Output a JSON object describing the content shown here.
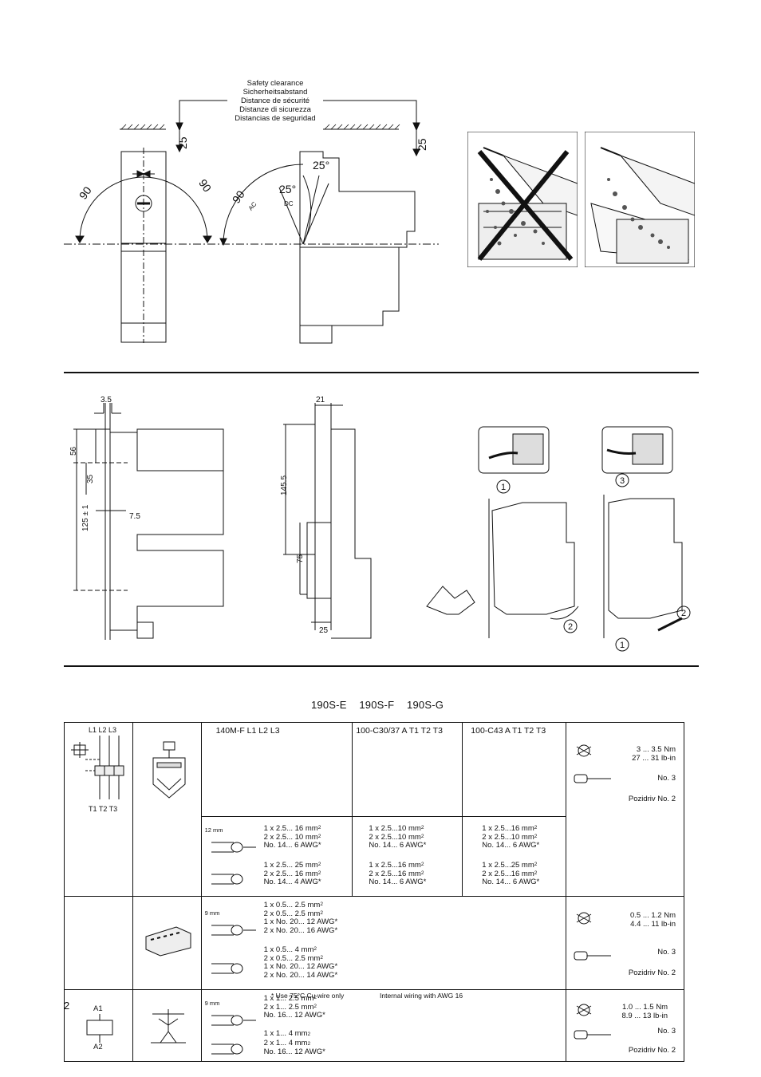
{
  "top_diagram": {
    "clearance_labels": [
      "Safety clearance",
      "Sicherheitsabstand",
      "Distance de sécurité",
      "Distanze di sicurezza",
      "Distancias de seguridad"
    ],
    "dim_25": "25",
    "angle_90": "90",
    "angle_25": "25°",
    "label_ac": "AC",
    "label_dc": "DC"
  },
  "mid_diagram": {
    "dim_3_5": "3.5",
    "dim_56": "56",
    "dim_35": "35",
    "dim_7_5": "7.5",
    "dim_125": "125 ± 1",
    "dim_21": "21",
    "dim_145_5": "145.5",
    "dim_75": "75",
    "dim_25": "25",
    "step_1": "1",
    "step_2": "2",
    "step_3": "3"
  },
  "caption": [
    "190S-E",
    "190S-F",
    "190S-G"
  ],
  "table": {
    "row1": {
      "terminals_top": "L1 L2 L3",
      "terminals_bottom": "T1 T2 T3",
      "headers": [
        "140M-F      L1  L2  L3",
        "100-C30/37 A   T1  T2  T3",
        "100-C43 A  T1  T2  T3"
      ],
      "strip": "12 mm",
      "col1_a": [
        "1 x 2.5... 16 mm",
        "2 x 2.5... 10 mm",
        "No. 14... 6 AWG*"
      ],
      "col1_b": [
        "1 x 2.5... 25 mm",
        "2 x 2.5... 16 mm",
        "No.  14... 4 AWG*"
      ],
      "col2_a": [
        "1 x 2.5...10 mm",
        "2 x 2.5...10 mm",
        "No. 14... 6 AWG*"
      ],
      "col2_b": [
        "1 x 2.5...16 mm",
        "2 x 2.5...16 mm",
        "No. 14... 6 AWG*"
      ],
      "col3_a": [
        "1 x 2.5...16 mm",
        "2 x 2.5...10 mm",
        "No. 14... 6 AWG*"
      ],
      "col3_b": [
        "1 x 2.5...25 mm",
        "2 x 2.5...16 mm",
        "No. 14... 6 AWG*"
      ],
      "torque": [
        "3 ... 3.5 Nm",
        "27 ... 31 lb-in"
      ],
      "driver_no": "No. 3",
      "pozidriv": "Pozidriv No. 2"
    },
    "row2": {
      "strip": "9 mm",
      "wire_a": [
        "1 x 0.5... 2.5 mm",
        "2 x 0.5... 2.5 mm",
        "1 x No. 20... 12 AWG*",
        "2 x No. 20... 16 AWG*"
      ],
      "wire_b": [
        "1 x 0.5... 4 mm",
        "2 x 0.5... 2.5 mm",
        "1 x No. 20... 12 AWG*",
        "2 x No. 20... 14 AWG*"
      ],
      "torque": [
        "0.5 ... 1.2 Nm",
        "4.4 ... 11 lb-in"
      ],
      "driver_no": "No. 3",
      "pozidriv": "Pozidriv No. 2"
    },
    "row3": {
      "coil_top": "A1",
      "coil_bottom": "A2",
      "strip": "9 mm",
      "wire_a": [
        "1 x 1... 2.5 mm",
        "2 x 1... 2.5 mm",
        "No. 16... 12 AWG*"
      ],
      "wire_b": [
        "1 x 1... 4 mm",
        "2 x 1... 4 mm",
        "No. 16... 12 AWG*"
      ],
      "torque": [
        "1.0 ... 1.5 Nm",
        "8.9 ... 13 lb-in"
      ],
      "driver_no": "No. 3",
      "pozidriv": "Pozidriv No. 2"
    },
    "sup2": "2"
  },
  "footnote_left": "* Use 75°C Cu wire only",
  "footnote_right": "Internal wiring with AWG 16",
  "page_number": "2"
}
